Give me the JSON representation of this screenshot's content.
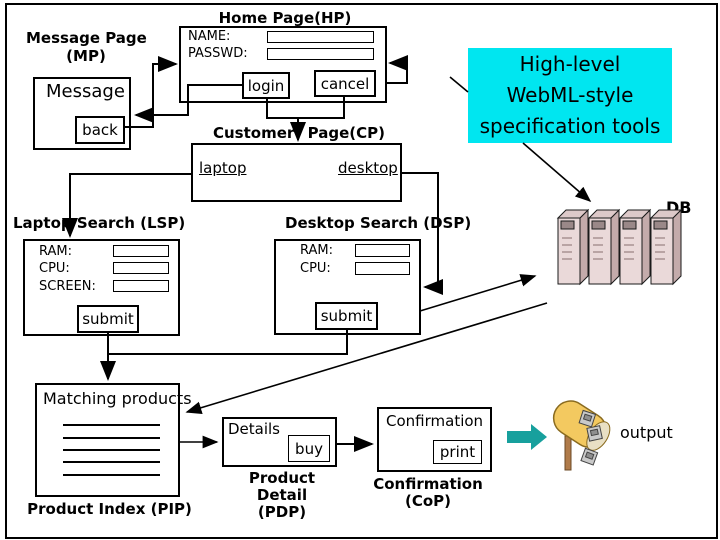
{
  "annotation": {
    "line1": "High-level",
    "line2": "WebML-style",
    "line3": "specification tools"
  },
  "colors": {
    "annotation_bg": "#00e6f0",
    "output_arrow": "#17a09d",
    "line": "#000000"
  },
  "pages": {
    "hp": {
      "title": "Home Page(HP)",
      "fields": [
        {
          "label": "NAME:",
          "value": ""
        },
        {
          "label": "PASSWD:",
          "value": ""
        }
      ],
      "login_button": "login",
      "cancel_button": "cancel"
    },
    "mp": {
      "title_line1": "Message Page",
      "title_line2": "(MP)",
      "content": "Message",
      "back_button": "back"
    },
    "cp": {
      "title_word1": "Customer",
      "title_word2": "Page(CP)",
      "laptop_link": "laptop",
      "desktop_link": "desktop"
    },
    "lsp": {
      "title": "Laptop Search (LSP)",
      "fields": [
        {
          "label": "RAM:",
          "value": ""
        },
        {
          "label": "CPU:",
          "value": ""
        },
        {
          "label": "SCREEN:",
          "value": ""
        }
      ],
      "submit_button": "submit"
    },
    "dsp": {
      "title": "Desktop Search (DSP)",
      "fields": [
        {
          "label": "RAM:",
          "value": ""
        },
        {
          "label": "CPU:",
          "value": ""
        }
      ],
      "submit_button": "submit"
    },
    "pip": {
      "title": "Product Index (PIP)",
      "heading": "Matching products"
    },
    "pdp": {
      "title_line1": "Product Detail",
      "title_line2": "(PDP)",
      "heading": "Details",
      "buy_button": "buy"
    },
    "cop": {
      "title_line1": "Confirmation",
      "title_line2": "(CoP)",
      "heading": "Confirmation",
      "print_button": "print"
    }
  },
  "db_label": "DB",
  "output_label": "output"
}
